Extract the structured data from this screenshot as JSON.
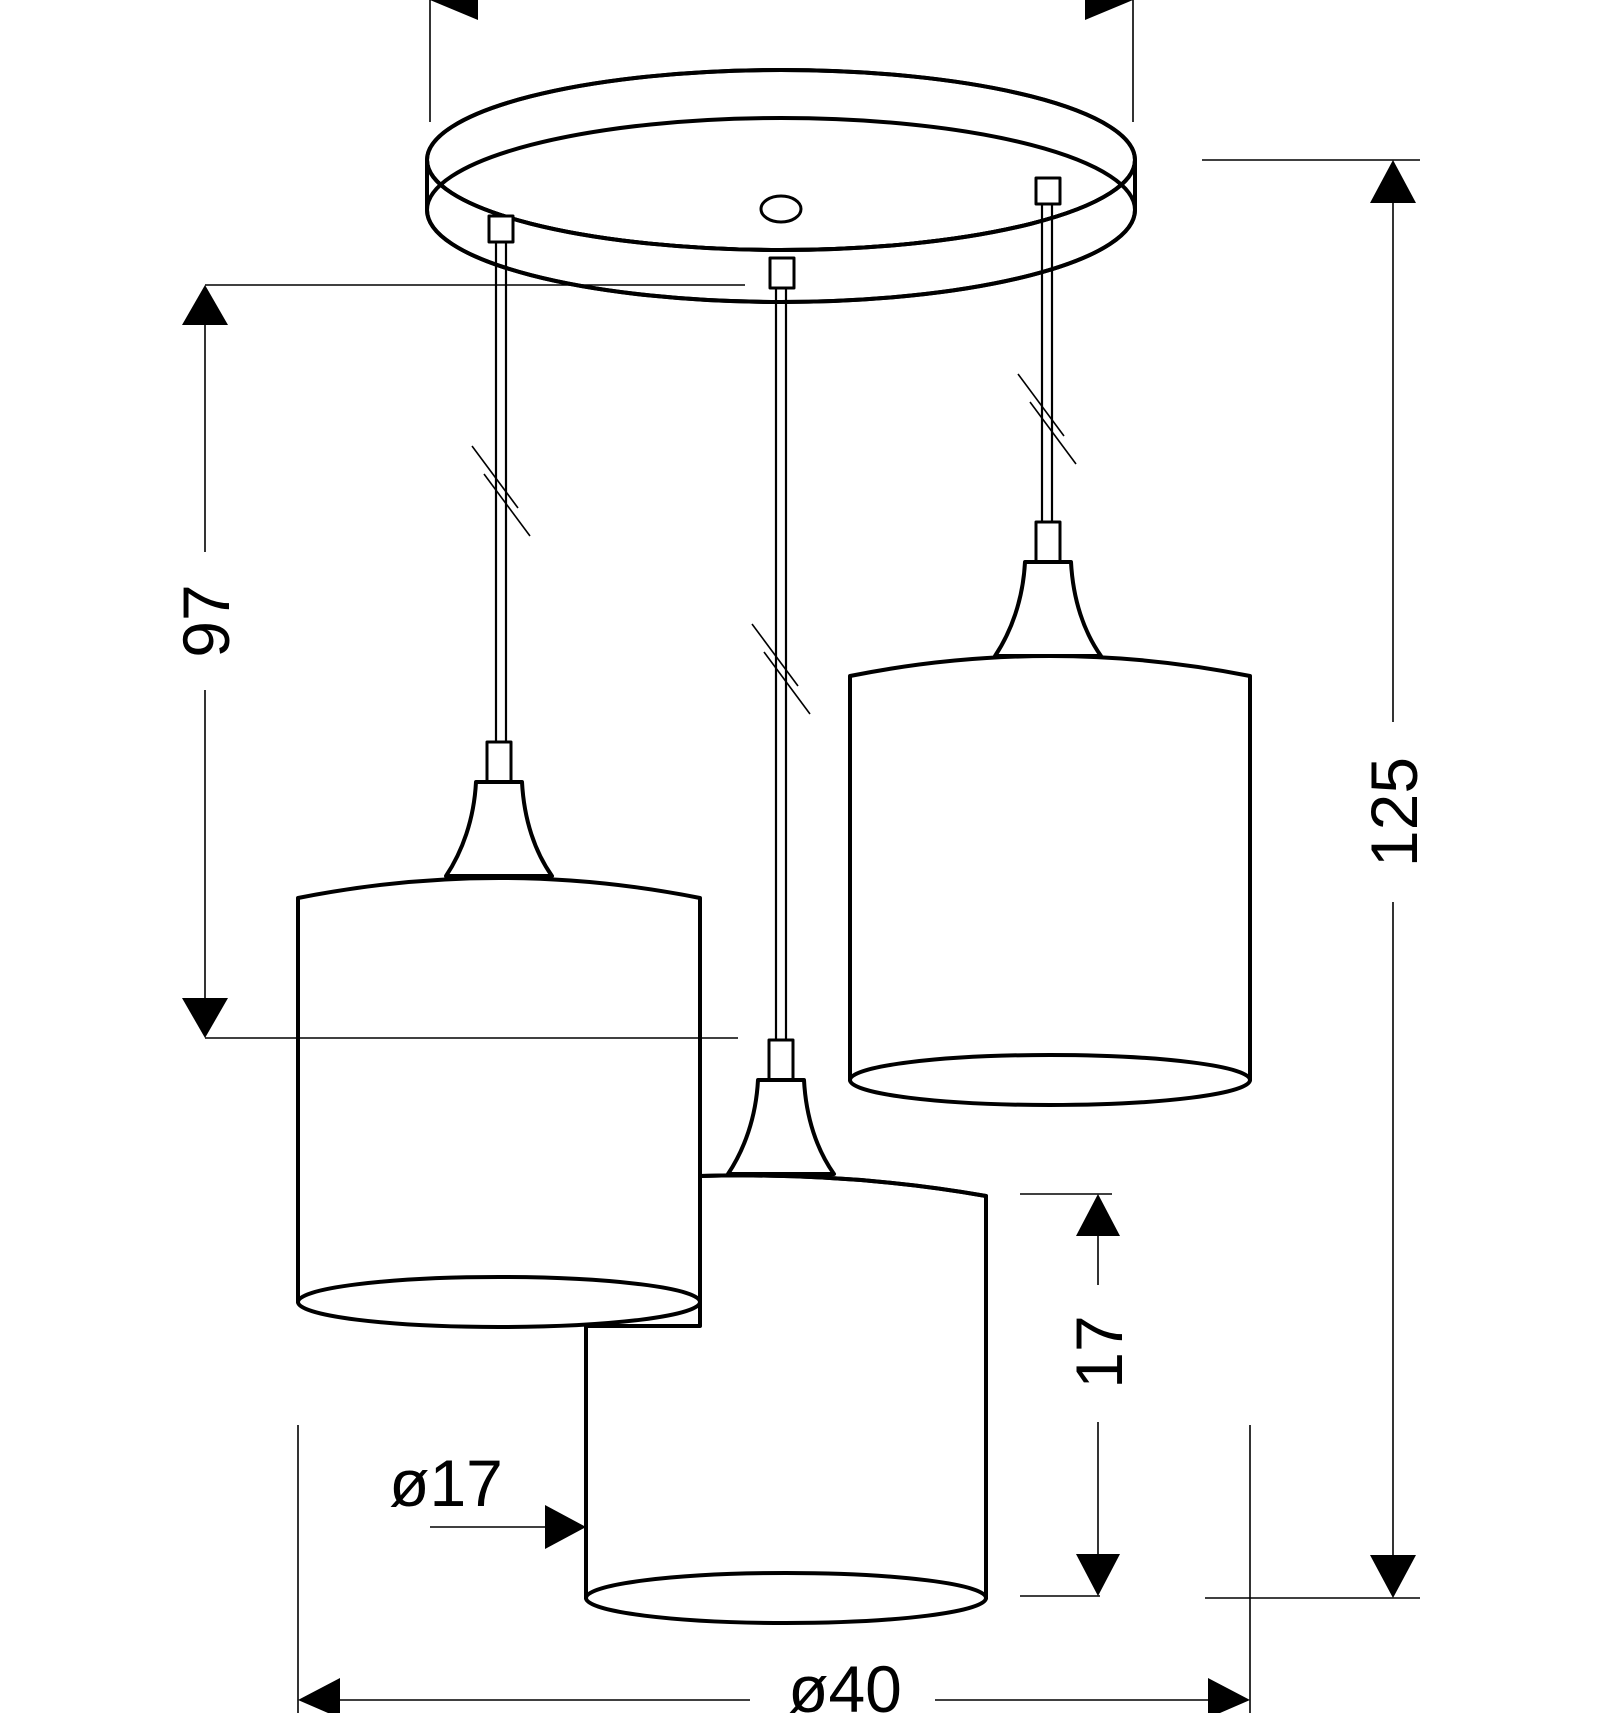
{
  "dimensions": {
    "hanging_height": "97",
    "total_height": "125",
    "shade_height": "17",
    "shade_diameter": "ø17",
    "overall_diameter": "ø40"
  }
}
